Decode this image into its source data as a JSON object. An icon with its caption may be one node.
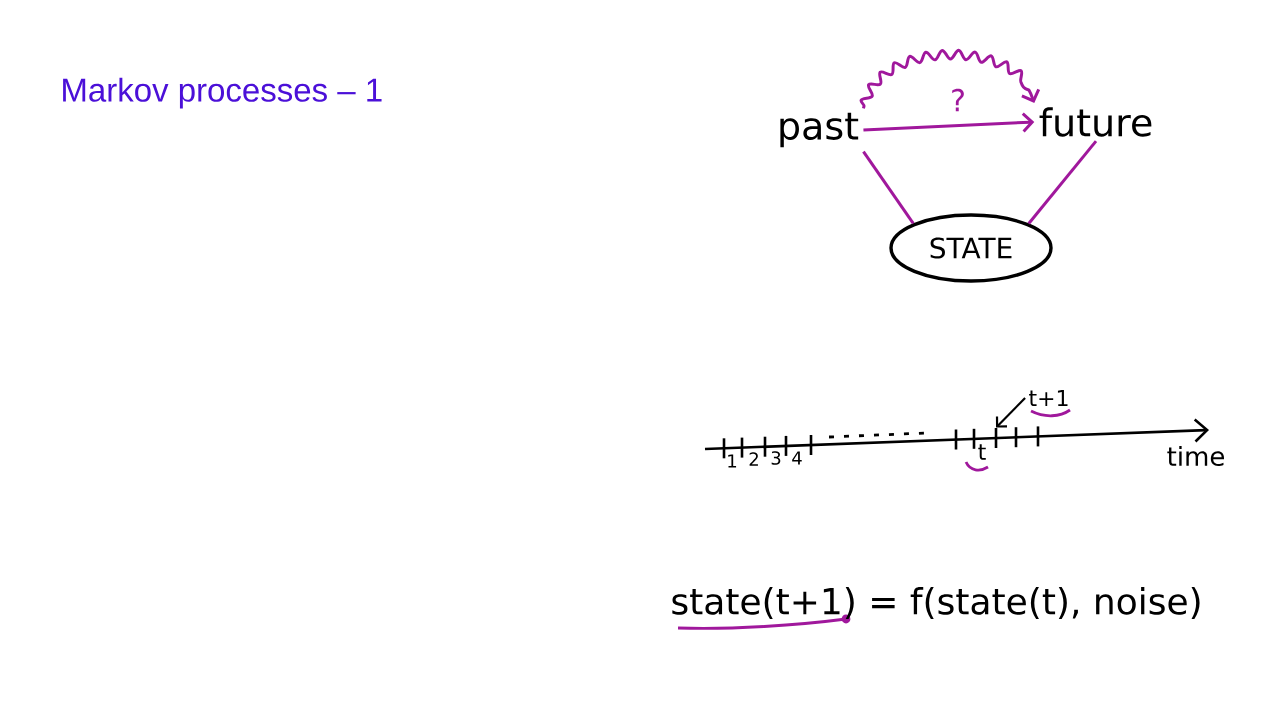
{
  "diagram": {
    "title": "Markov processes – 1",
    "nodes": [
      {
        "text": [
          "past"
        ]
      },
      {
        "text": [
          "future"
        ]
      },
      {
        "text": [
          "STATE"
        ]
      },
      {
        "text": [
          "t+1"
        ]
      },
      {
        "text": [],
        "shape": "bar"
      }
    ],
    "edges": [
      {
        "from": 0,
        "to": 1,
        "arrow": "to",
        "label": "?"
      },
      {
        "from": 0,
        "to": 1,
        "arrow": "to"
      },
      {
        "from": 0,
        "to": 2,
        "arrow": "none"
      },
      {
        "from": 1,
        "to": 2,
        "arrow": "none"
      },
      {
        "from": 3,
        "to": 4,
        "arrow": "to",
        "color": "#000000"
      }
    ],
    "labels": [
      "1",
      "2",
      "3",
      "4",
      "t",
      "time",
      "state(t+1) = f(state(t), noise)"
    ]
  }
}
